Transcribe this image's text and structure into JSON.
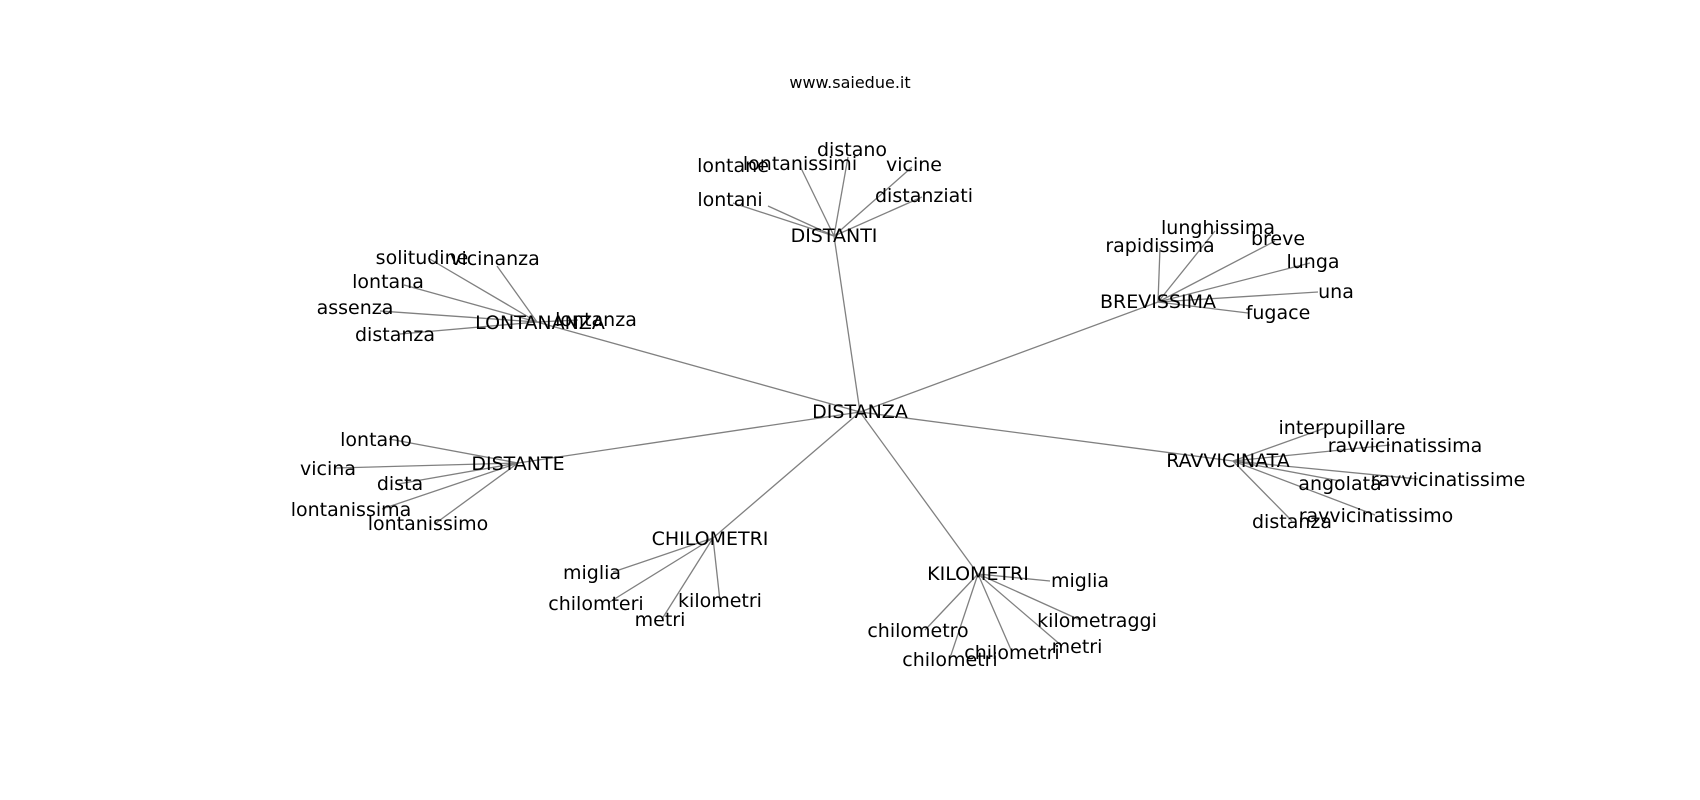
{
  "header": {
    "site": "www.saiedue.it"
  },
  "graph": {
    "root": "DISTANZA",
    "hubs": [
      {
        "id": "distanti",
        "label": "DISTANTI",
        "leaves": [
          "lontane",
          "lontanissimi",
          "distano",
          "vicine",
          "lontani",
          "distanziati"
        ]
      },
      {
        "id": "brevissima",
        "label": "BREVISSIMA",
        "leaves": [
          "lunghissima",
          "rapidissima",
          "breve",
          "lunga",
          "una",
          "fugace"
        ]
      },
      {
        "id": "lontananza",
        "label": "LONTANANZA",
        "leaves": [
          "solitudine",
          "vicinanza",
          "lontana",
          "assenza",
          "lontanza",
          "distanza"
        ]
      },
      {
        "id": "distante",
        "label": "DISTANTE",
        "leaves": [
          "lontano",
          "vicina",
          "dista",
          "lontanissima",
          "lontanissimo"
        ]
      },
      {
        "id": "raavvicinata",
        "label": "RAVVICINATA",
        "leaves": [
          "interpupillare",
          "ravvicinatissima",
          "angolata",
          "ravvicinatissime",
          "ravvicinatissimo",
          "distanza"
        ]
      },
      {
        "id": "chilometri",
        "label": "CHILOMETRI",
        "leaves": [
          "miglia",
          "chilomteri",
          "kilometri",
          "metri"
        ]
      },
      {
        "id": "kilometri",
        "label": "KILOMETRI",
        "leaves": [
          "miglia",
          "chilometro",
          "kilometraggi",
          "chilometri",
          "metri",
          "chilometri"
        ]
      }
    ]
  }
}
